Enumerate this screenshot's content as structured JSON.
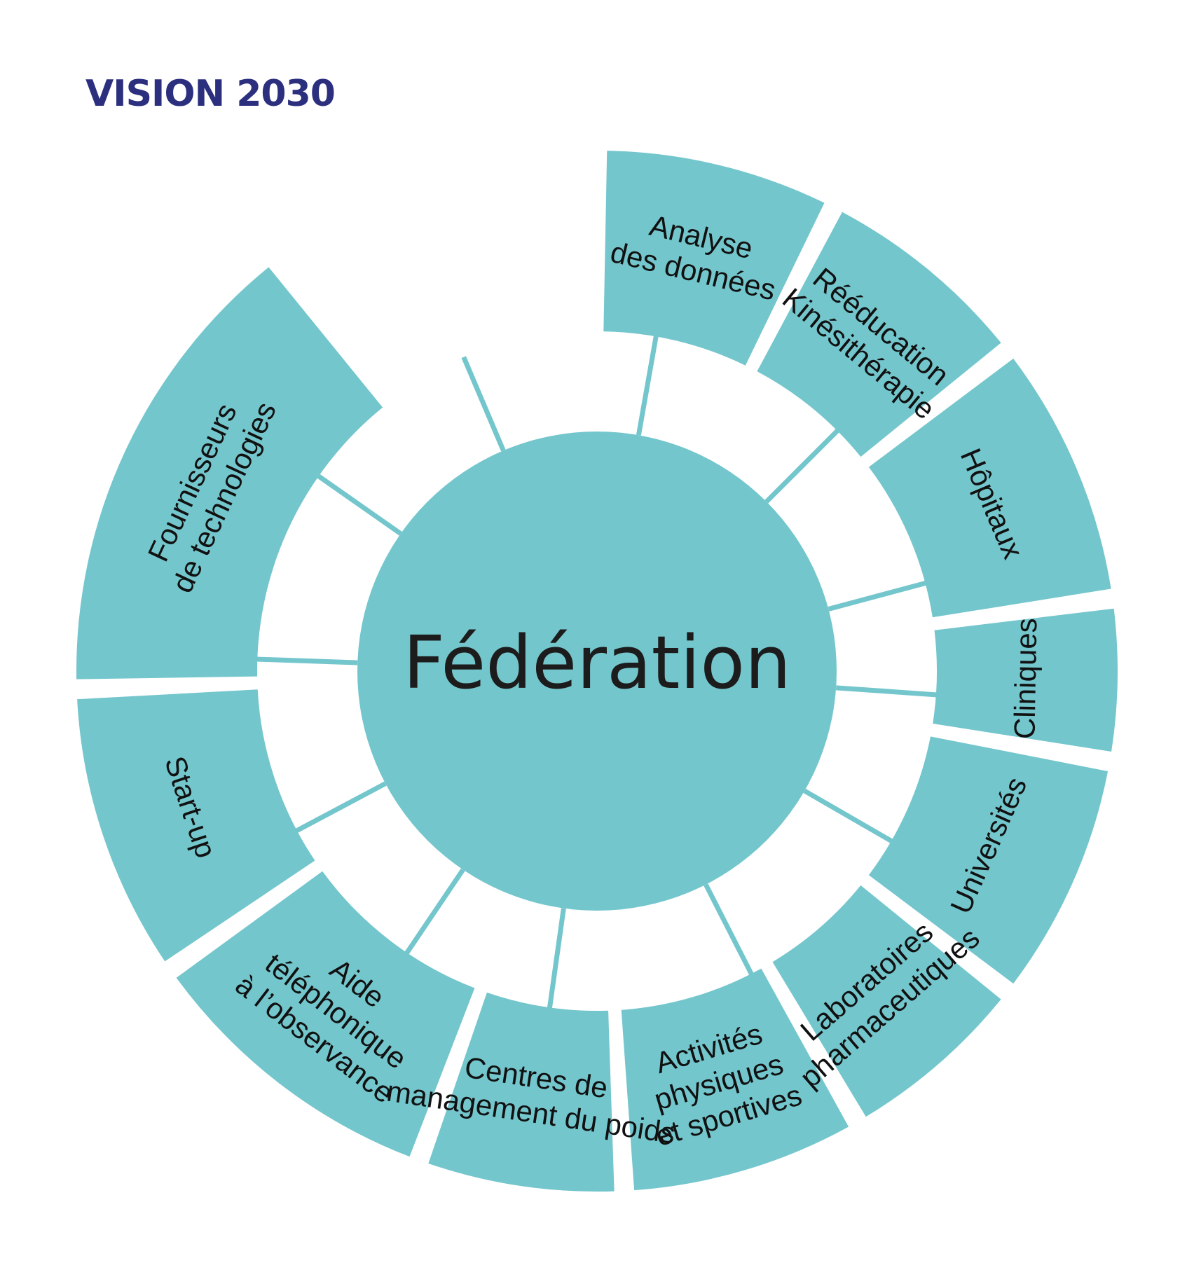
{
  "title": "VISION 2030",
  "center": {
    "label": "Fédération"
  },
  "segments": [
    {
      "lines": [
        "Analyse",
        "des données"
      ]
    },
    {
      "lines": [
        "Rééducation",
        "Kinésithérapie"
      ]
    },
    {
      "lines": [
        "Hôpitaux"
      ]
    },
    {
      "lines": [
        "Cliniques"
      ]
    },
    {
      "lines": [
        "Universités"
      ]
    },
    {
      "lines": [
        "Laboratoires",
        "pharmaceutiques"
      ]
    },
    {
      "lines": [
        "Activités",
        "physiques",
        "et sportives"
      ]
    },
    {
      "lines": [
        "Centres de",
        "management du poids"
      ]
    },
    {
      "lines": [
        "Aide",
        "téléphonique",
        "à l’observance"
      ]
    },
    {
      "lines": [
        "Start-up"
      ]
    },
    {
      "lines": [
        "Fournisseurs",
        "de technologies"
      ]
    }
  ],
  "colors": {
    "segment_fill": "#74C6CD",
    "title": "#2B2F7E",
    "text": "#111111",
    "center_text": "#1C1C1C",
    "background": "#FFFFFF"
  }
}
